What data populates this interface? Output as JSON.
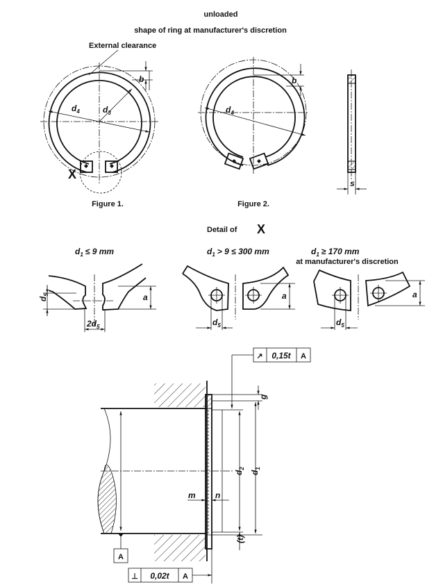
{
  "header": {
    "line1": "unloaded",
    "line2": "shape of ring at manufacturer's discretion"
  },
  "figure1": {
    "caption": "Figure 1.",
    "external_clearance": "External clearance",
    "d4": "d",
    "d4_sub": "4",
    "d3": "d",
    "d3_sub": "3",
    "b": "b",
    "x_mark": "X"
  },
  "figure2": {
    "caption": "Figure 2.",
    "d4": "d",
    "d4_sub": "4",
    "b": "b"
  },
  "side_view": {
    "s": "s"
  },
  "detail": {
    "title": "Detail of",
    "title_mark": "X",
    "cases": [
      {
        "d": "d",
        "sub": "1",
        "condition": "≤ 9 mm",
        "dim_width": "2d",
        "dim_width_sub": "5",
        "dim_height": "a",
        "dim_left": "d",
        "dim_left_sub": "5"
      },
      {
        "d": "d",
        "sub": "1",
        "condition": "> 9 ≤ 300 mm",
        "dim_width": "d",
        "dim_width_sub": "5",
        "dim_height": "a"
      },
      {
        "d": "d",
        "sub": "1",
        "condition": "≥ 170 mm",
        "note": "at manufacturer's discretion",
        "dim_width": "d",
        "dim_width_sub": "5",
        "dim_height": "a"
      }
    ]
  },
  "assembly": {
    "runout_frame": {
      "symbol": "↗",
      "value": "0,15t",
      "datum": "A"
    },
    "perp_frame": {
      "symbol": "⊥",
      "value": "0,02t",
      "datum": "A"
    },
    "datum": "A",
    "g": "g",
    "d2": "d",
    "d2_sub": "2",
    "d1": "d",
    "d1_sub": "1",
    "m": "m",
    "n": "n",
    "t": "(t)"
  }
}
